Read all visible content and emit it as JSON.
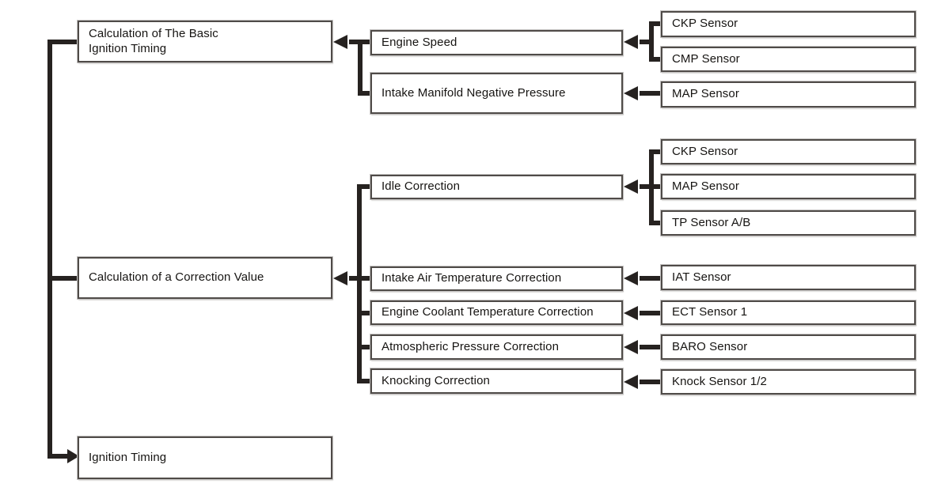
{
  "diagram": {
    "description": "Ignition timing calculation flow diagram",
    "colors": {
      "background": "#ffffff",
      "connector_line": "#262220",
      "box_border": "#4f4b48",
      "box_outline": "#c4c2c1",
      "text": "#161412"
    },
    "nodes": {
      "calc_basic": "Calculation of The Basic\nIgnition Timing",
      "calc_correction": "Calculation of a Correction Value",
      "ignition_timing": "Ignition Timing",
      "engine_speed": "Engine Speed",
      "intake_manifold": "Intake Manifold Negative Pressure",
      "idle_correction": "Idle Correction",
      "iat_correction": "Intake Air Temperature Correction",
      "ect_correction": "Engine Coolant Temperature Correction",
      "baro_correction": "Atmospheric Pressure Correction",
      "knock_correction": "Knocking Correction",
      "ckp_sensor_1": "CKP Sensor",
      "cmp_sensor": "CMP Sensor",
      "map_sensor_1": "MAP Sensor",
      "ckp_sensor_2": "CKP Sensor",
      "map_sensor_2": "MAP Sensor",
      "tp_sensor": "TP Sensor A/B",
      "iat_sensor": "IAT Sensor",
      "ect_sensor": "ECT Sensor 1",
      "baro_sensor": "BARO Sensor",
      "knock_sensor": "Knock Sensor 1/2"
    }
  }
}
